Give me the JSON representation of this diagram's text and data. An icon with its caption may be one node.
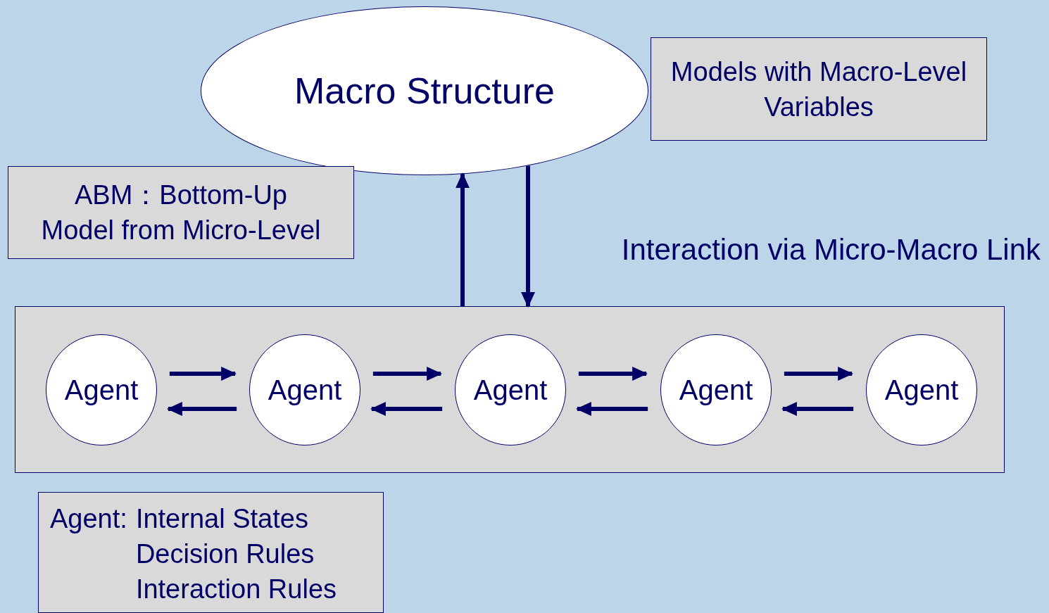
{
  "diagram": {
    "nodes": [
      {
        "text": [
          "Macro Structure"
        ]
      },
      {
        "text": [
          "Models with Macro-Level Variables"
        ]
      },
      {
        "text": [
          "ABM：Bottom-Up Model from Micro-Level"
        ]
      },
      {
        "text": [],
        "shape": "box"
      },
      {
        "text": [
          "Agent"
        ],
        "in": 3
      },
      {
        "text": [
          "Agent"
        ],
        "in": 3
      },
      {
        "text": [
          "Agent"
        ],
        "in": 3
      },
      {
        "text": [
          "Agent"
        ],
        "in": 3
      },
      {
        "text": [
          "Agent"
        ],
        "in": 3
      },
      {
        "text": [
          "Agent:",
          "Internal States",
          "Decision Rules",
          "Interaction Rules"
        ]
      }
    ],
    "edges": [
      {
        "from": 3,
        "to": 0,
        "arrow": "to"
      },
      {
        "from": 0,
        "to": 3,
        "arrow": "to"
      },
      {
        "from": 4,
        "to": 5,
        "arrow": "to"
      },
      {
        "from": 5,
        "to": 4,
        "arrow": "to"
      },
      {
        "from": 5,
        "to": 6,
        "arrow": "to"
      },
      {
        "from": 6,
        "to": 5,
        "arrow": "to"
      },
      {
        "from": 6,
        "to": 7,
        "arrow": "to"
      },
      {
        "from": 7,
        "to": 6,
        "arrow": "to"
      },
      {
        "from": 7,
        "to": 8,
        "arrow": "to"
      },
      {
        "from": 8,
        "to": 7,
        "arrow": "to"
      }
    ],
    "labels": [
      "Interaction via Micro-Macro Link"
    ]
  }
}
